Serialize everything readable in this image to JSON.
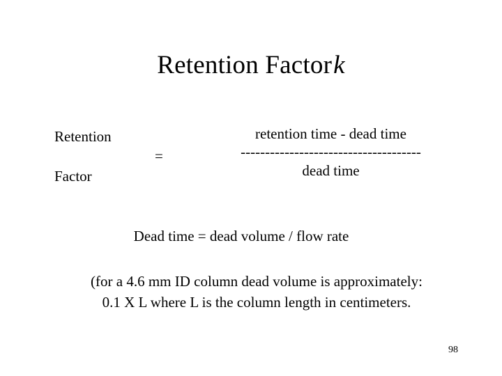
{
  "slide": {
    "title_main": "Retention Factor",
    "title_symbol": "k",
    "page_number": "98"
  },
  "equation": {
    "lhs_line1": "Retention",
    "lhs_line2": "Factor",
    "equals": "=",
    "numerator": "retention time - dead time",
    "fraction_bar": "-------------------------------------",
    "denominator": "dead time"
  },
  "body": {
    "dead_time_statement": "Dead time = dead volume / flow rate",
    "note_line1": "(for a 4.6 mm ID column dead volume is approximately:",
    "note_line2": "0.1 X L where L is the column length in centimeters."
  },
  "colors": {
    "background": "#ffffff",
    "text": "#000000"
  }
}
